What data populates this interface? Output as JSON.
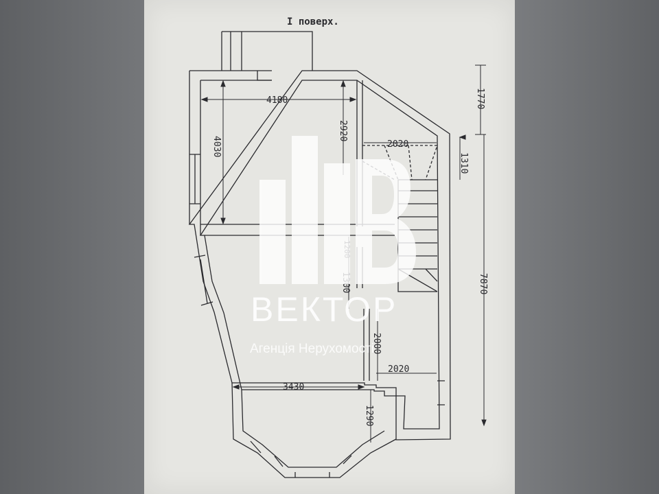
{
  "plan": {
    "title": "I поверх.",
    "dimensions": {
      "d4180": "4180",
      "d4030": "4030",
      "d2920": "2920",
      "d2020_top": "2020",
      "d1310": "1310",
      "d1770": "1770",
      "d7870": "7870",
      "d1200": "1200",
      "d1300": "1300",
      "d2000": "2000",
      "d2020_bottom": "2020",
      "d3430": "3430",
      "d1290": "1290"
    }
  },
  "watermark": {
    "brand": "ВЕКТОР",
    "tagline": "Агенція Нерухомості",
    "logo": "building-b-logo",
    "color": "#ffffff"
  },
  "colors": {
    "ink": "#2a2a2e",
    "paper": "#e6e6e2",
    "background": "#6b6d70"
  }
}
